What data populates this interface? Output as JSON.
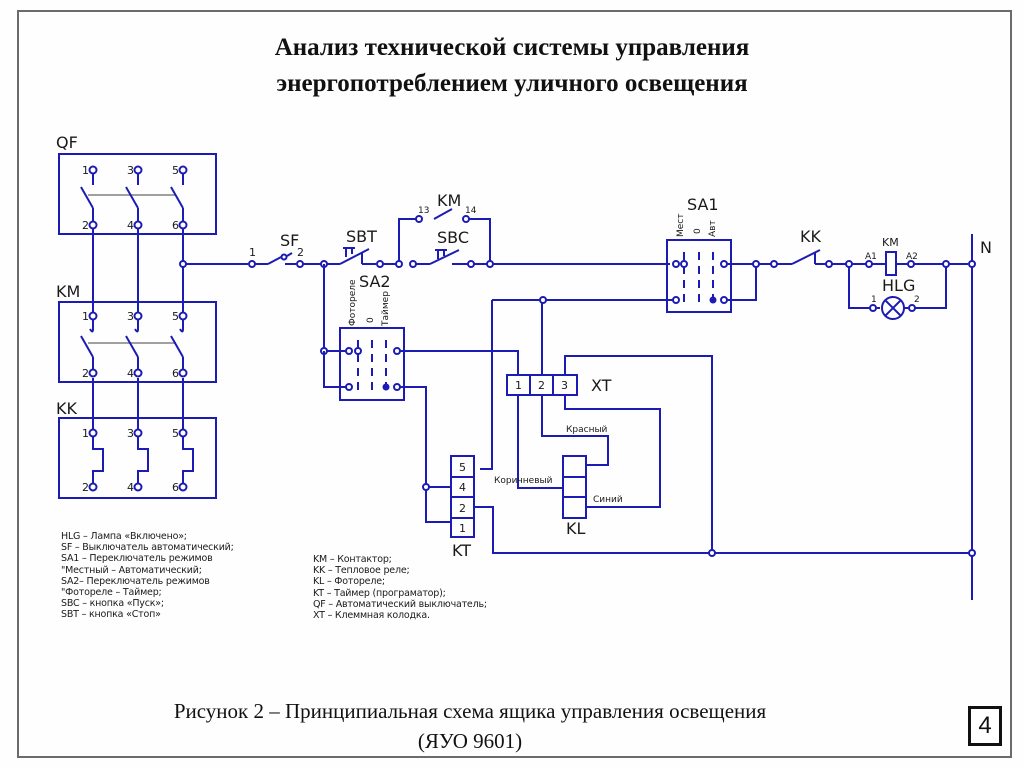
{
  "slide": {
    "title_line1": "Анализ технической системы управления",
    "title_line2": "энергопотреблением уличного освещения",
    "caption_line1": "Рисунок 2 – Принципиальная схема ящика управления освещения",
    "caption_line2": "(ЯУО 9601)",
    "page_number": "4"
  },
  "colors": {
    "wire": "#1c1cb4",
    "frame": "#6b6b6b",
    "text": "#1a1a1a"
  },
  "diagram": {
    "qf": {
      "label": "QF",
      "top_terminals": [
        "1",
        "3",
        "5"
      ],
      "bottom_terminals": [
        "2",
        "4",
        "6"
      ]
    },
    "km_power": {
      "label": "KM",
      "top_terminals": [
        "1",
        "3",
        "5"
      ],
      "bottom_terminals": [
        "2",
        "4",
        "6"
      ]
    },
    "kk_power": {
      "label": "KK",
      "top_terminals": [
        "1",
        "3",
        "5"
      ],
      "bottom_terminals": [
        "2",
        "4",
        "6"
      ]
    },
    "sf": {
      "label": "SF",
      "terminal_in": "1",
      "terminal_out": "2"
    },
    "sbt": {
      "label": "SBT"
    },
    "sbc": {
      "label": "SBC"
    },
    "km_aux": {
      "label": "KM",
      "terminal_in": "13",
      "terminal_out": "14"
    },
    "sa2": {
      "label": "SA2",
      "positions": [
        "Фотореле",
        "0",
        "Таймер"
      ]
    },
    "sa1": {
      "label": "SA1",
      "positions": [
        "Мест",
        "0",
        "Авт"
      ]
    },
    "kk_contact": {
      "label": "KK"
    },
    "km_coil": {
      "label": "KM",
      "terminal_in": "A1",
      "terminal_out": "A2"
    },
    "hlg": {
      "label": "HLG",
      "terminal_in": "1",
      "terminal_out": "2"
    },
    "neutral": {
      "label": "N"
    },
    "xt": {
      "label": "XT",
      "terminals": [
        "1",
        "2",
        "3"
      ]
    },
    "kt": {
      "label": "KT",
      "terminals": [
        "5",
        "4",
        "2",
        "1"
      ]
    },
    "kl": {
      "label": "KL"
    },
    "wire_labels": {
      "red": "Красный",
      "brown": "Коричневый",
      "blue": "Синий"
    }
  },
  "legend_left": [
    "HLG – Лампа «Включено»;",
    "SF – Выключатель автоматический;",
    "SA1 – Переключатель режимов",
    "\"Местный – Автоматический;",
    "SA2– Переключатель режимов",
    "\"Фотореле – Таймер;",
    "SBC – кнопка «Пуск»;",
    "SBT – кнопка «Стоп»"
  ],
  "legend_right": [
    "KM – Контактор;",
    "KK – Тепловое реле;",
    "KL – Фотореле;",
    "KT – Таймер (програматор);",
    "QF – Автоматический выключатель;",
    "XT – Клеммная колодка."
  ]
}
